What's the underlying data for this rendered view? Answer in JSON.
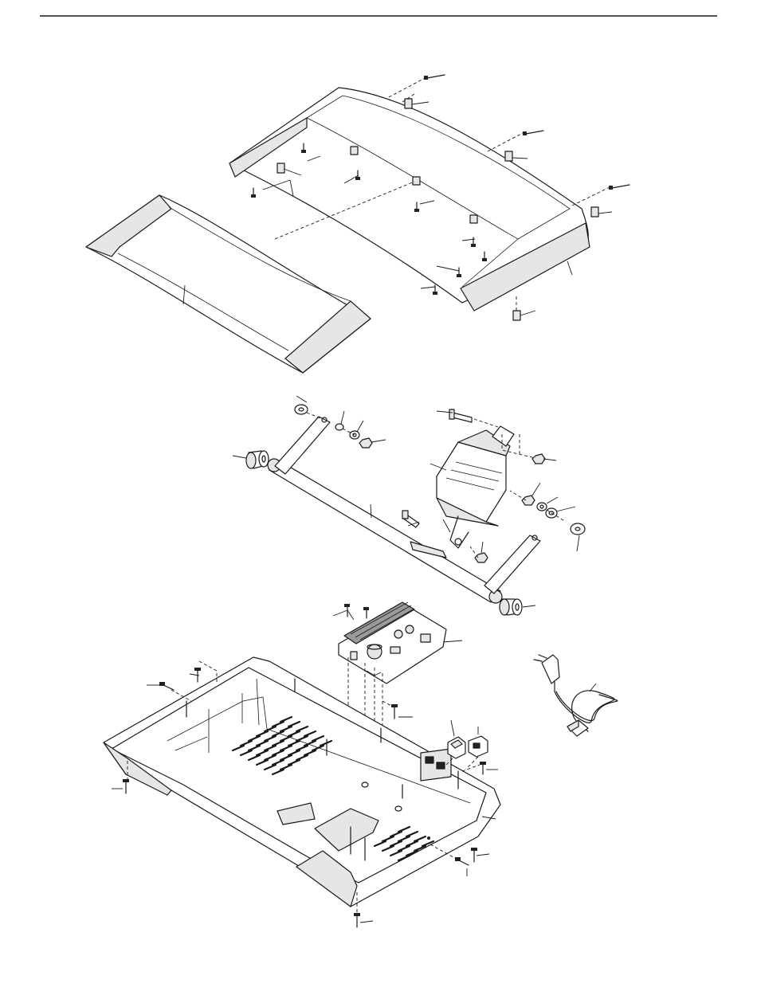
{
  "diagram": {
    "kind": "exploded-parts-view",
    "assemblies": [
      {
        "name": "hood",
        "parts": [
          "hood-cover",
          "hood-base",
          "screws",
          "clips"
        ]
      },
      {
        "name": "motor-and-incline",
        "parts": [
          "incline-frame",
          "incline-motor",
          "bolts",
          "nuts",
          "washers",
          "wheels"
        ]
      },
      {
        "name": "base",
        "parts": [
          "controller-board",
          "lower-base-shell",
          "power-cord",
          "switch",
          "receptacle",
          "screws"
        ]
      }
    ],
    "part_numbers_visible": false
  }
}
